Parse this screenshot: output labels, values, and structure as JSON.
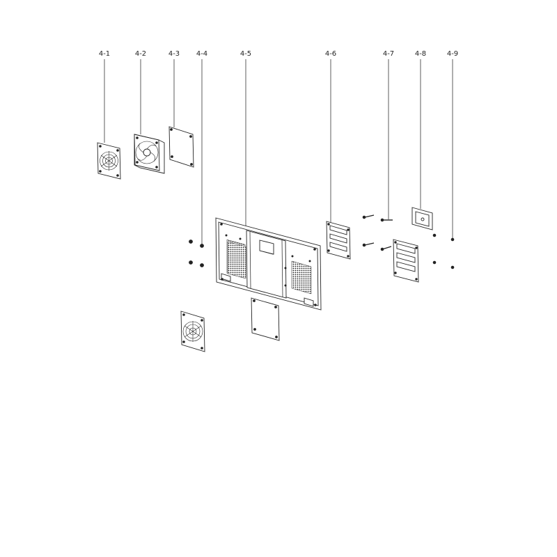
{
  "callouts": [
    {
      "id": "4-1",
      "label": "4-1"
    },
    {
      "id": "4-2",
      "label": "4-2"
    },
    {
      "id": "4-3",
      "label": "4-3"
    },
    {
      "id": "4-4",
      "label": "4-4"
    },
    {
      "id": "4-5",
      "label": "4-5"
    },
    {
      "id": "4-6",
      "label": "4-6"
    },
    {
      "id": "4-7",
      "label": "4-7"
    },
    {
      "id": "4-8",
      "label": "4-8"
    },
    {
      "id": "4-9",
      "label": "4-9"
    }
  ]
}
